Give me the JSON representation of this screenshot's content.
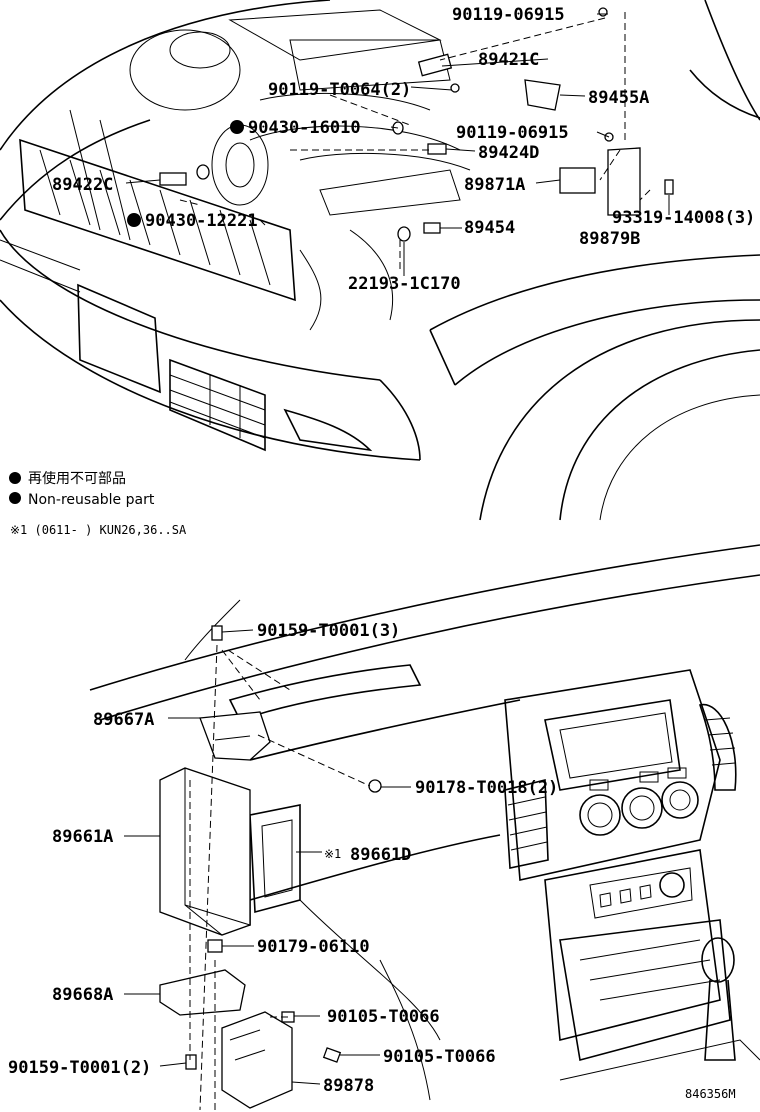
{
  "top": {
    "labels": {
      "p1": "90119-06915",
      "p2": "89421C",
      "p3": "90119-T0064(2)",
      "p4": "89455A",
      "p5": "90430-16010",
      "p6": "90119-06915",
      "p7": "89424D",
      "p8": "89422C",
      "p9": "89871A",
      "p10": "90430-12221",
      "p11": "89454",
      "p12": "93319-14008(3)",
      "p13": "89879B",
      "p14": "22193-1C170"
    },
    "legend": {
      "jp": "再使用不可部品",
      "en": "Non-reusable part",
      "note": "※1 (0611-    ) KUN26,36..SA"
    }
  },
  "bottom": {
    "labels": {
      "q1": "90159-T0001(3)",
      "q2": "89667A",
      "q3": "90178-T0018(2)",
      "q4": "89661A",
      "q5_mark": "※1",
      "q5": "89661D",
      "q6": "90179-06110",
      "q7": "89668A",
      "q8": "90105-T0066",
      "q9": "90159-T0001(2)",
      "q10": "90105-T0066",
      "q11": "89878"
    },
    "code": "846356M"
  }
}
